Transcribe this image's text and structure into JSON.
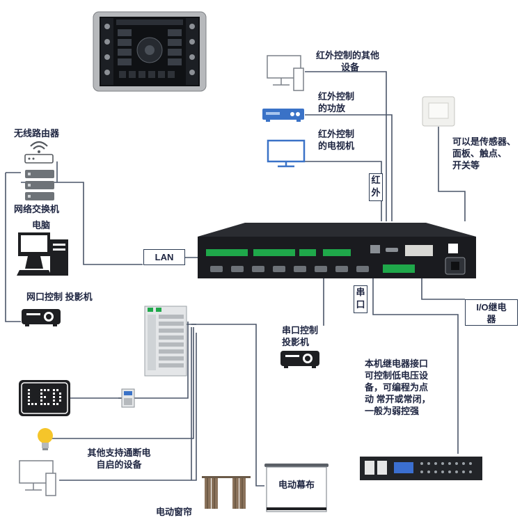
{
  "labels": {
    "ir_other": [
      "红外控制的其他",
      "设备"
    ],
    "ir_amp": [
      "红外控制",
      "的功放"
    ],
    "ir_tv": [
      "红外控制",
      "的电视机"
    ],
    "ir_tag": "红外",
    "router": "无线路由器",
    "switch": "网络交换机",
    "pc": "电脑",
    "net_projector": "网口控制 投影机",
    "lan": "LAN",
    "serial_tag": "串口",
    "serial_projector": [
      "串口控制",
      "投影机"
    ],
    "sensors": [
      "可以是传感器、",
      "面板、触点、",
      "开关等"
    ],
    "io_relay": [
      "I/O继电",
      "器"
    ],
    "relay_desc": [
      "本机继电器接口",
      "可控制低电压设",
      "备，可编程为点",
      "动 常开或常闭，",
      "一般为弱控强"
    ],
    "other_devices": [
      "其他支持通断电",
      "自启的设备"
    ],
    "curtain": "电动窗帘",
    "screen": "电动幕布"
  },
  "colors": {
    "wire": "#4a5568",
    "text": "#1d2440",
    "device_blue": "#3a72c7",
    "terminal_green": "#1fa84a"
  }
}
